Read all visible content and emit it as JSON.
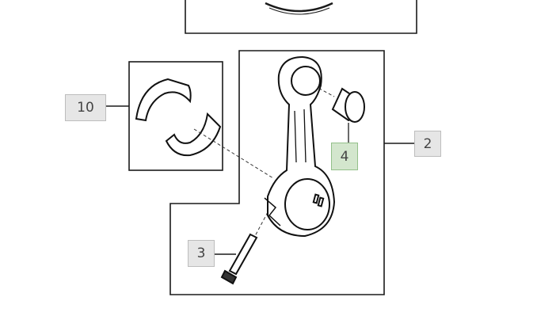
{
  "diagram": {
    "callouts": [
      {
        "id": "10",
        "label": "10",
        "part": "main-bearing-shells"
      },
      {
        "id": "2",
        "label": "2",
        "part": "connecting-rod-assembly"
      },
      {
        "id": "4",
        "label": "4",
        "part": "small-end-bushing",
        "selected": true
      },
      {
        "id": "3",
        "label": "3",
        "part": "connecting-rod-bolt"
      }
    ],
    "colors": {
      "line": "#1a1a1a",
      "callout_bg": "#e6e6e6",
      "selected_bg": "#d3e6cd",
      "selected_border": "#93c08a"
    }
  }
}
